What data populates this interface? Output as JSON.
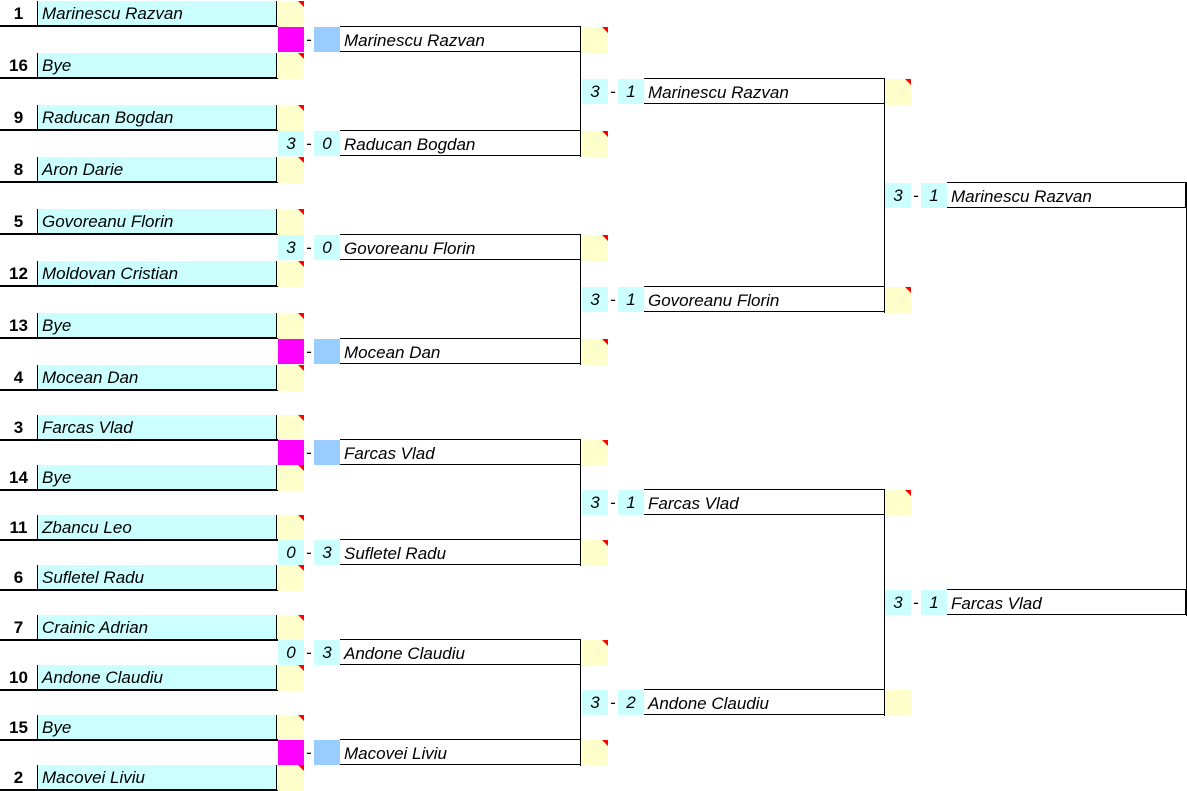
{
  "colors": {
    "player_fill": "#ccffff",
    "note_fill": "#ffffcc",
    "bye_score_a": "#ff00ff",
    "bye_score_b": "#99ccff",
    "comment_flag": "#ff0000"
  },
  "round1": [
    {
      "seed": "1",
      "name": "Marinescu Razvan"
    },
    {
      "seed": "16",
      "name": "Bye"
    },
    {
      "seed": "9",
      "name": "Raducan Bogdan"
    },
    {
      "seed": "8",
      "name": "Aron Darie"
    },
    {
      "seed": "5",
      "name": "Govoreanu Florin"
    },
    {
      "seed": "12",
      "name": "Moldovan Cristian"
    },
    {
      "seed": "13",
      "name": "Bye"
    },
    {
      "seed": "4",
      "name": "Mocean Dan"
    },
    {
      "seed": "3",
      "name": "Farcas Vlad"
    },
    {
      "seed": "14",
      "name": "Bye"
    },
    {
      "seed": "11",
      "name": "Zbancu Leo"
    },
    {
      "seed": "6",
      "name": "Sufletel Radu"
    },
    {
      "seed": "7",
      "name": "Crainic Adrian"
    },
    {
      "seed": "10",
      "name": "Andone Claudiu"
    },
    {
      "seed": "15",
      "name": "Bye"
    },
    {
      "seed": "2",
      "name": "Macovei Liviu"
    }
  ],
  "round2": [
    {
      "s1": "",
      "s2": "",
      "dash": "-",
      "winner": "Marinescu Razvan",
      "bye": true
    },
    {
      "s1": "3",
      "s2": "0",
      "dash": "-",
      "winner": "Raducan Bogdan",
      "bye": false
    },
    {
      "s1": "3",
      "s2": "0",
      "dash": "-",
      "winner": "Govoreanu Florin",
      "bye": false
    },
    {
      "s1": "",
      "s2": "",
      "dash": "-",
      "winner": "Mocean Dan",
      "bye": true
    },
    {
      "s1": "",
      "s2": "",
      "dash": "-",
      "winner": "Farcas Vlad",
      "bye": true
    },
    {
      "s1": "0",
      "s2": "3",
      "dash": "-",
      "winner": "Sufletel Radu",
      "bye": false
    },
    {
      "s1": "0",
      "s2": "3",
      "dash": "-",
      "winner": "Andone Claudiu",
      "bye": false
    },
    {
      "s1": "",
      "s2": "",
      "dash": "-",
      "winner": "Macovei Liviu",
      "bye": true
    }
  ],
  "round3": [
    {
      "s1": "3",
      "s2": "1",
      "dash": "-",
      "winner": "Marinescu Razvan"
    },
    {
      "s1": "3",
      "s2": "1",
      "dash": "-",
      "winner": "Govoreanu Florin"
    },
    {
      "s1": "3",
      "s2": "1",
      "dash": "-",
      "winner": "Farcas Vlad"
    },
    {
      "s1": "3",
      "s2": "2",
      "dash": "-",
      "winner": "Andone Claudiu"
    }
  ],
  "round4": [
    {
      "s1": "3",
      "s2": "1",
      "dash": "-",
      "winner": "Marinescu Razvan"
    },
    {
      "s1": "3",
      "s2": "1",
      "dash": "-",
      "winner": "Farcas Vlad"
    }
  ]
}
